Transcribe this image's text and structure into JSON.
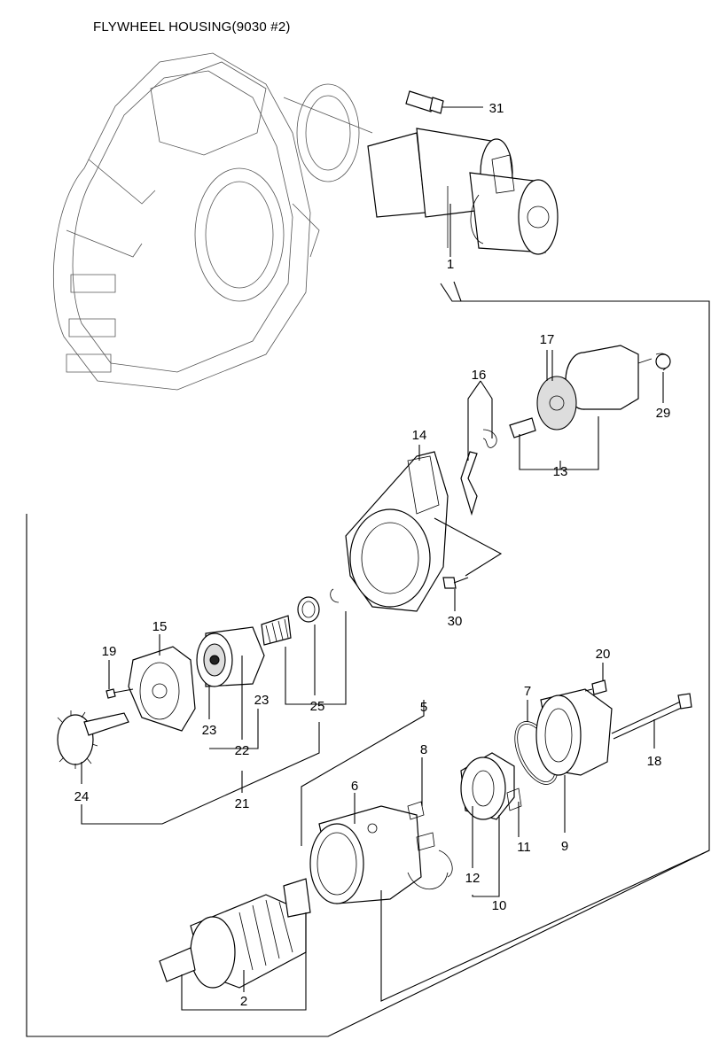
{
  "title": "FLYWHEEL HOUSING(9030 #2)",
  "callouts": {
    "c1": "1",
    "c2": "2",
    "c5": "5",
    "c6": "6",
    "c7": "7",
    "c8": "8",
    "c9": "9",
    "c10": "10",
    "c11": "11",
    "c12": "12",
    "c13": "13",
    "c14": "14",
    "c15": "15",
    "c16": "16",
    "c17": "17",
    "c18": "18",
    "c19": "19",
    "c20": "20",
    "c21": "21",
    "c22": "22",
    "c23a": "23",
    "c23b": "23",
    "c24": "24",
    "c25": "25",
    "c29": "29",
    "c30": "30",
    "c31": "31"
  }
}
